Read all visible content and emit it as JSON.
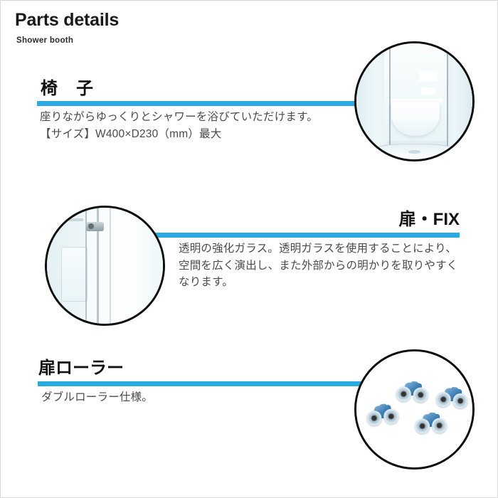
{
  "header": {
    "title": "Parts details",
    "subtitle": "Shower booth"
  },
  "theme": {
    "accent_color": "#29abe2",
    "text_color": "#4a4a4a",
    "heading_color": "#111111",
    "circle_border_color": "#0d0d0d"
  },
  "sections": [
    {
      "heading": "椅　子",
      "body": "座りながらゆっくりとシャワーを浴びていただけます。\n【サイズ】W400×D230（mm）最大",
      "photo_caption": "shower-booth-interior-with-seat"
    },
    {
      "heading": "扉・FIX",
      "body": "透明の強化ガラス。透明ガラスを使用することにより、空間を広く演出し、また外部からの明かりを取りやすくなります。",
      "photo_caption": "glass-door-with-handle"
    },
    {
      "heading": "扉ローラー",
      "body": "ダブルローラー仕様。",
      "photo_caption": "blue-double-rollers"
    }
  ]
}
